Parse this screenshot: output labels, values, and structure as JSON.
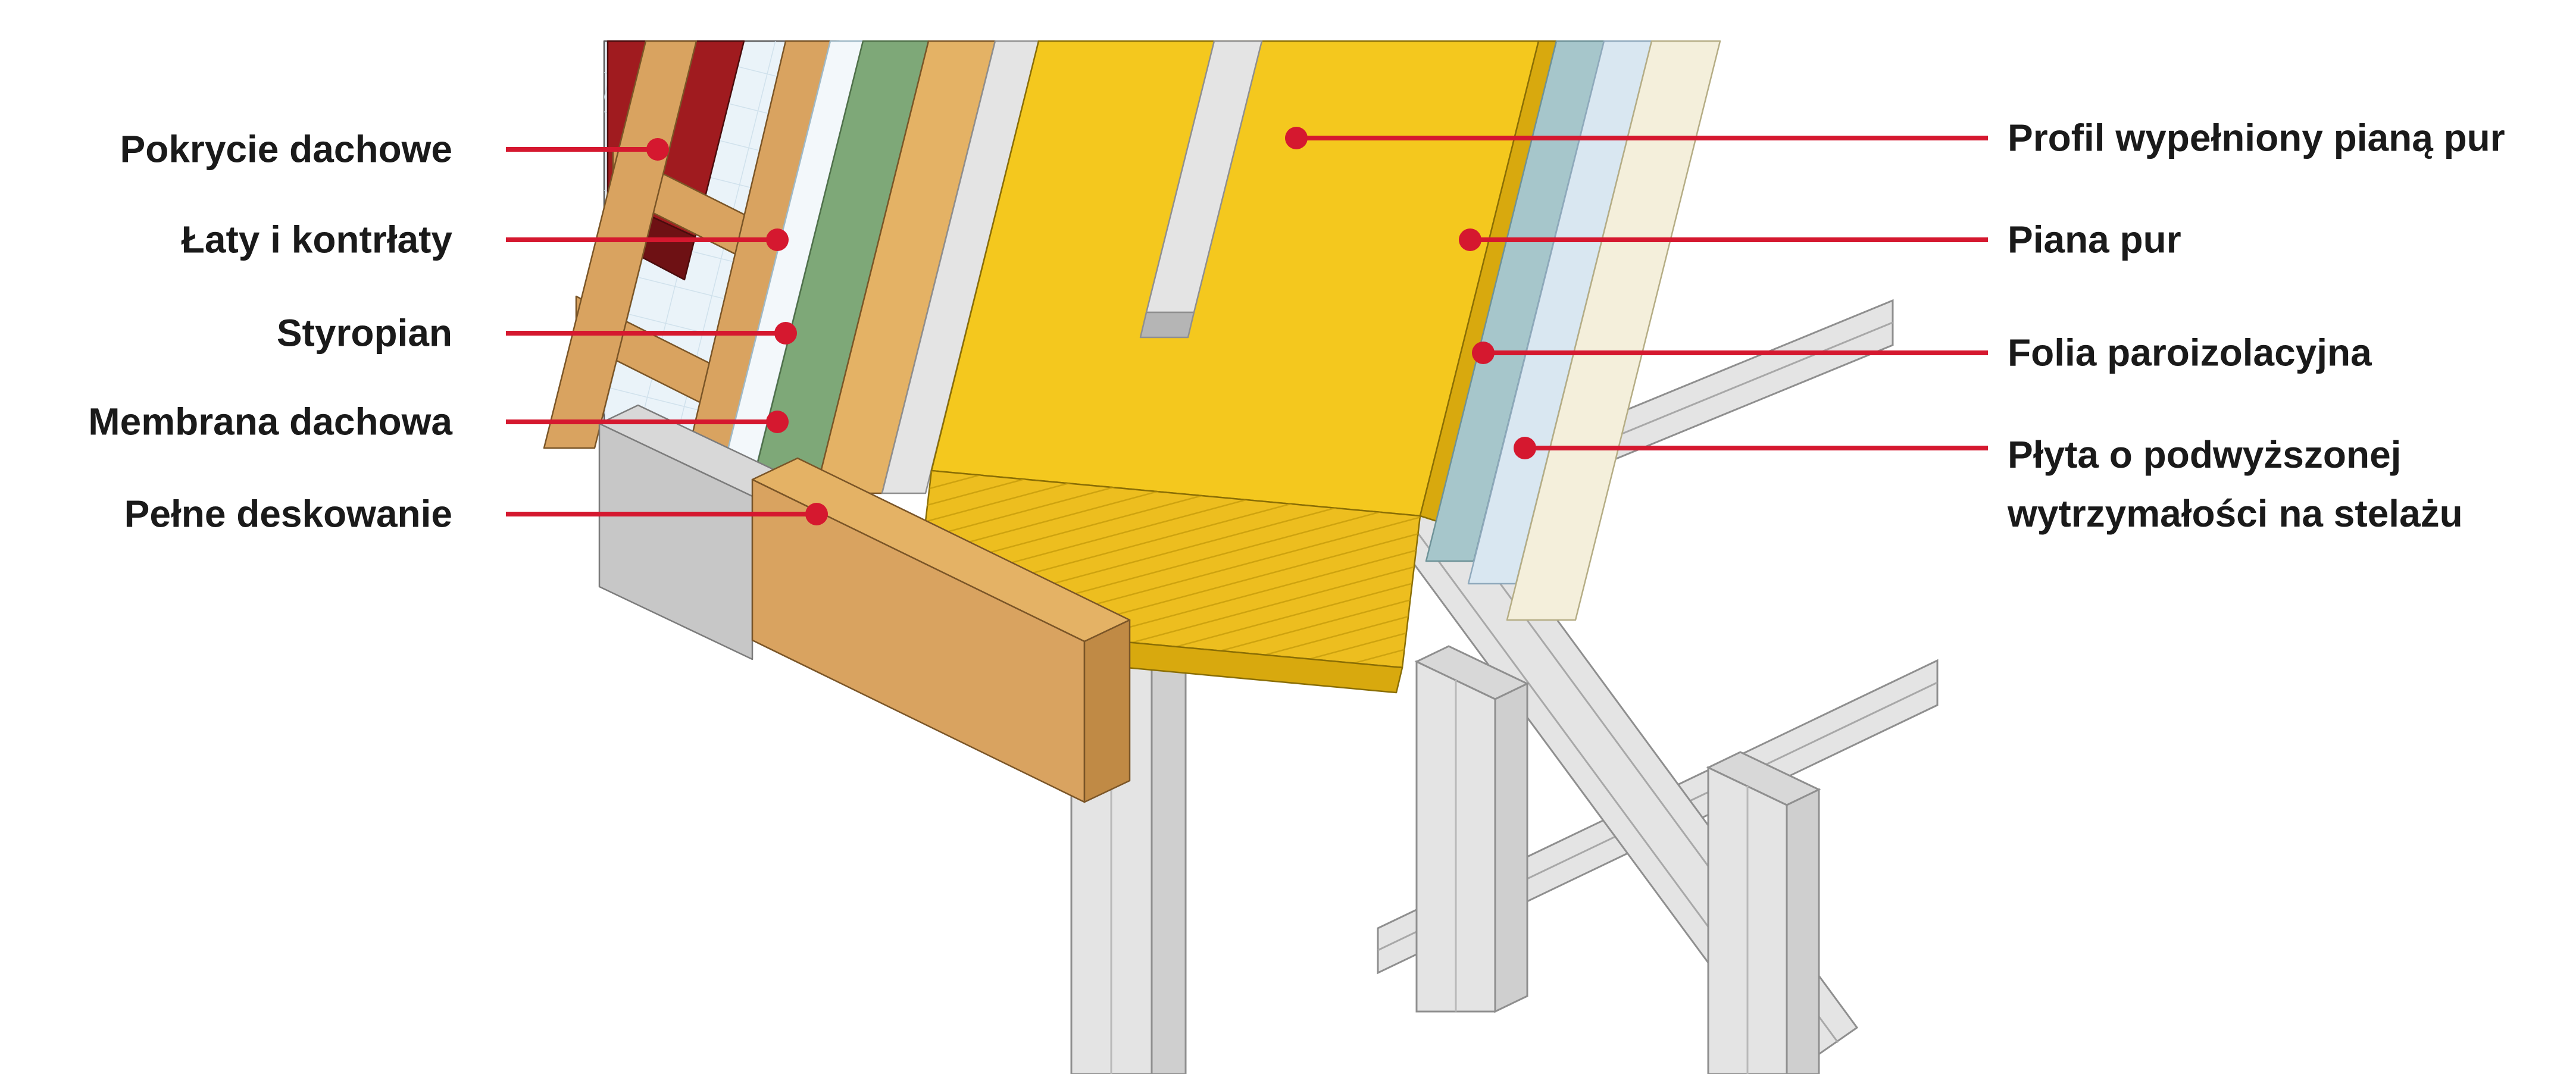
{
  "diagram": {
    "accent_color": "#D5182F",
    "text_color": "#1A1A1A",
    "labels_left": [
      {
        "text": "Pokrycie dachowe"
      },
      {
        "text": "Łaty i kontrłaty"
      },
      {
        "text": "Styropian"
      },
      {
        "text": "Membrana dachowa"
      },
      {
        "text": "Pełne deskowanie"
      }
    ],
    "labels_right": [
      {
        "line1": "Profil wypełniony pianą pur"
      },
      {
        "line1": "Piana pur"
      },
      {
        "line1": "Folia paroizolacyjna"
      },
      {
        "line1": "Płyta o podwyższonej",
        "line2": "wytrzymałości na stelażu"
      }
    ],
    "colors": {
      "tile_red": "#A01B1F",
      "tile_red_dark": "#6E1114",
      "wood": "#D9A360",
      "wood_light": "#E4B265",
      "wood_dark": "#C08A45",
      "styro_pale": "#EAF3F9",
      "styro_strip": "#F3F8FB",
      "membrane_green": "#7EA878",
      "foam_yellow": "#F4C81E",
      "foam_face": "#EDBE1F",
      "foam_edge": "#D8A90E",
      "foil_teal": "#A6C6CB",
      "board_pale": "#D9E7F1",
      "board_cream": "#F4EFDB",
      "steel_light": "#E4E4E4",
      "steel_mid": "#CFCFCF",
      "steel_dark": "#B5B5B5",
      "block_grey": "#C7C7C7",
      "block_grey_top": "#D8D8D8"
    }
  }
}
